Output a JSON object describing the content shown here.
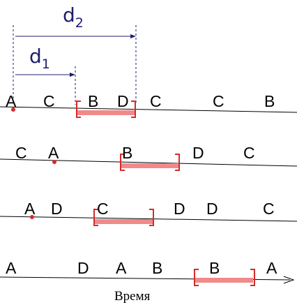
{
  "dimensions": [
    {
      "symbol": "d",
      "subscript": "2"
    },
    {
      "symbol": "d",
      "subscript": "1"
    }
  ],
  "rows": [
    {
      "labels": [
        "A",
        "C",
        "B",
        "D",
        "C",
        "C",
        "B"
      ]
    },
    {
      "labels": [
        "C",
        "A",
        "B",
        "D",
        "C"
      ]
    },
    {
      "labels": [
        "A",
        "D",
        "C",
        "D",
        "D",
        "C"
      ]
    },
    {
      "labels": [
        "A",
        "D",
        "A",
        "B",
        "B",
        "A"
      ]
    }
  ],
  "axis_title": "Время",
  "colors": {
    "line": "#000000",
    "dot": "#d42a2a",
    "bracket": "#d42a2a",
    "band": "#f08a8a",
    "dimension": "#1e1e6e"
  }
}
